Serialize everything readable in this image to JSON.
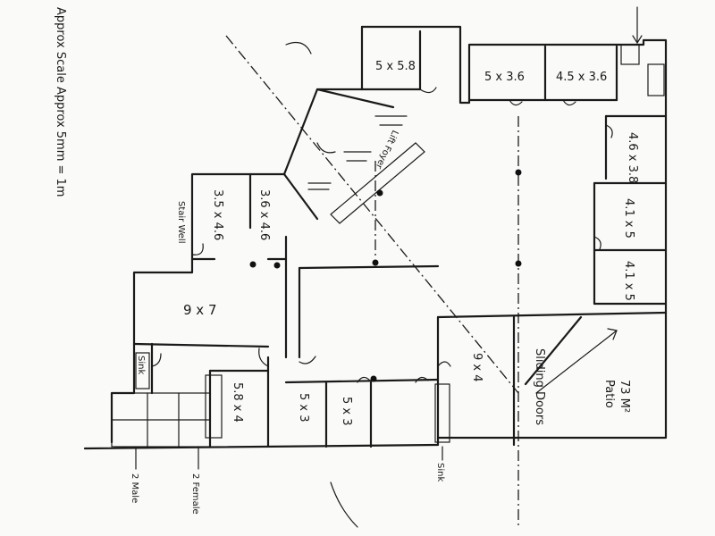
{
  "plan": {
    "scale_note": "Approx Scale Approx 5mm = 1m",
    "rooms": {
      "r1": "5 x 5.8",
      "r2": "5 x 3.6",
      "r3": "4.5 x 3.6",
      "r4": "4.6 x 3.8",
      "r5": "4.1 x 5",
      "r6": "4.1 x 5",
      "r7": "3.5 x 4.6",
      "r8": "3.6 x 4.6",
      "r9": "9 x 7",
      "r10": "5.8 x 4",
      "r11": "5 x 3",
      "r12": "5 x 3",
      "r13": "9 x 4",
      "patio_title": "Patio",
      "patio_area": "73 M²"
    },
    "labels": {
      "stair_well": "Stair Well",
      "lift_foyer": "Lift Foyer",
      "sliding_doors": "Sliding Doors",
      "sink_right": "Sink",
      "sink_left": "Sink",
      "two_male": "2 Male",
      "two_female": "2 Female"
    }
  }
}
